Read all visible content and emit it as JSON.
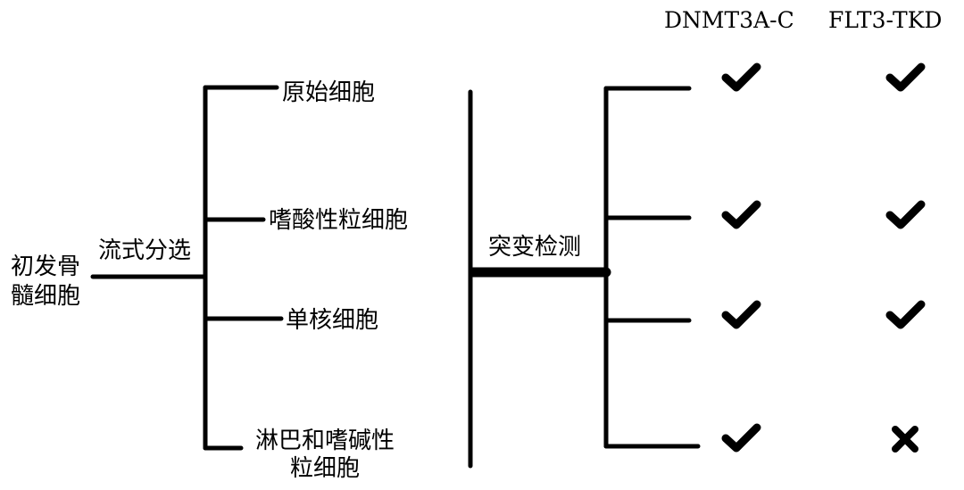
{
  "headers": {
    "col1": "DNMT3A-C",
    "col2": "FLT3-TKD"
  },
  "source": {
    "line1": "初发骨",
    "line2": "髓细胞"
  },
  "step1": "流式分选",
  "step2": "突变检测",
  "populations": [
    {
      "label": "原始细胞",
      "col1": "check",
      "col2": "check"
    },
    {
      "label": "嗜酸性粒细胞",
      "col1": "check",
      "col2": "check"
    },
    {
      "label": "单核细胞",
      "col1": "check",
      "col2": "check"
    },
    {
      "label_line1": "淋巴和嗜碱性",
      "label_line2": "粒细胞",
      "col1": "check",
      "col2": "cross"
    }
  ]
}
